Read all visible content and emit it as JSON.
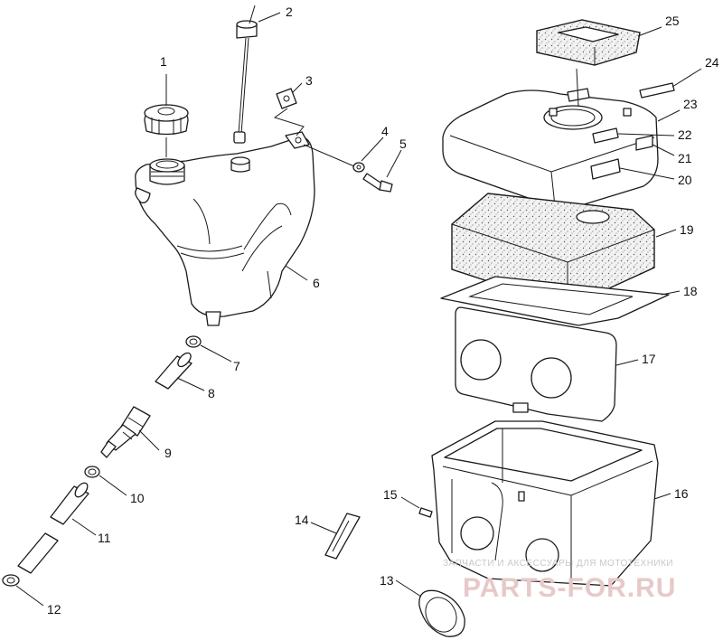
{
  "callouts": [
    {
      "id": "1",
      "label": "1"
    },
    {
      "id": "2",
      "label": "2"
    },
    {
      "id": "3",
      "label": "3"
    },
    {
      "id": "4",
      "label": "4"
    },
    {
      "id": "5",
      "label": "5"
    },
    {
      "id": "6",
      "label": "6"
    },
    {
      "id": "7",
      "label": "7"
    },
    {
      "id": "8",
      "label": "8"
    },
    {
      "id": "9",
      "label": "9"
    },
    {
      "id": "10",
      "label": "10"
    },
    {
      "id": "11",
      "label": "11"
    },
    {
      "id": "12",
      "label": "12"
    },
    {
      "id": "13",
      "label": "13"
    },
    {
      "id": "14",
      "label": "14"
    },
    {
      "id": "15",
      "label": "15"
    },
    {
      "id": "16",
      "label": "16"
    },
    {
      "id": "17",
      "label": "17"
    },
    {
      "id": "18",
      "label": "18"
    },
    {
      "id": "19",
      "label": "19"
    },
    {
      "id": "20",
      "label": "20"
    },
    {
      "id": "21",
      "label": "21"
    },
    {
      "id": "22",
      "label": "22"
    },
    {
      "id": "23",
      "label": "23"
    },
    {
      "id": "24",
      "label": "24"
    },
    {
      "id": "25",
      "label": "25"
    }
  ],
  "watermark": {
    "subtitle": "ЗАПЧАСТИ И АКСЕССУАРЫ ДЛЯ МОТОТЕХНИКИ",
    "brand": "PARTS-FOR.RU"
  },
  "colors": {
    "line": "#1a1a1a",
    "watermark_brand": "#e7c9c9",
    "watermark_subtitle": "#c8c8c8"
  }
}
